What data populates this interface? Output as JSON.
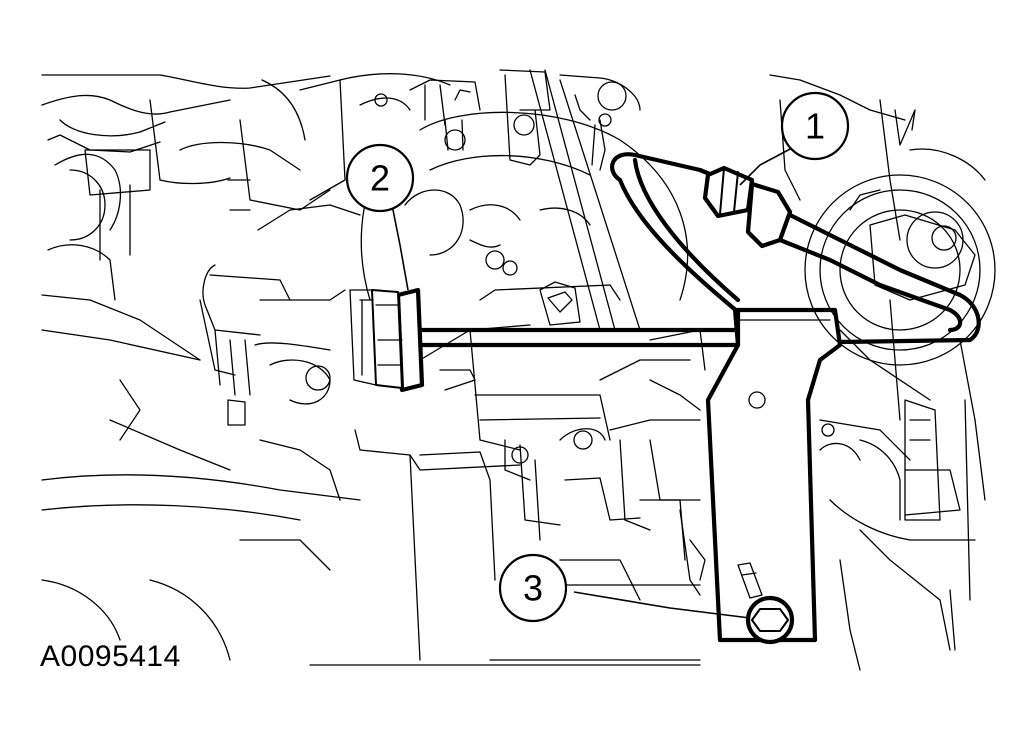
{
  "figure": {
    "id_label": "A0095414",
    "callouts": [
      {
        "number": "1"
      },
      {
        "number": "2"
      },
      {
        "number": "3"
      }
    ]
  }
}
